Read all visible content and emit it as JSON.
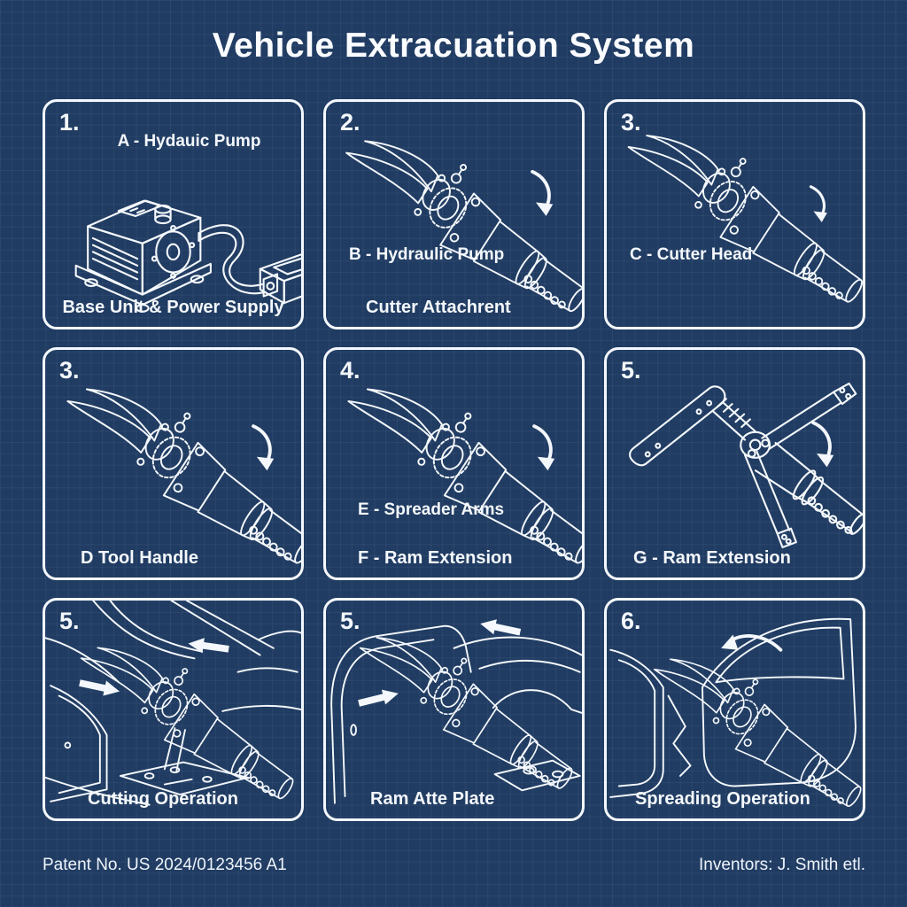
{
  "title": "Vehicle Extracuation System",
  "footer": {
    "patent_number": "Patent No. US 2024/0123456 A1",
    "inventors": "Inventors: J. Smith etl."
  },
  "colors": {
    "background": "#213c62",
    "grid_line": "#3a5681",
    "line_art": "#f4f8fc",
    "text": "#fafcff"
  },
  "panels": [
    {
      "number": "1.",
      "label": "A - Hydauic Pump",
      "caption": "Base Unit & Power Supply",
      "drawing": "base-unit-and-power-supply"
    },
    {
      "number": "2.",
      "label": "B - Hydraulic Pump",
      "caption": "Cutter Attachrent",
      "drawing": "cutter-tool-with-arrow"
    },
    {
      "number": "3.",
      "label": "C - Cutter Head",
      "caption": "",
      "drawing": "cutter-tool-with-arrow"
    },
    {
      "number": "3.",
      "label": "",
      "caption": "D Tool Handle",
      "drawing": "cutter-tool-with-arrow"
    },
    {
      "number": "4.",
      "label": "E - Spreader Arms",
      "caption": "F - Ram Extension",
      "drawing": "cutter-tool-with-arrow"
    },
    {
      "number": "5.",
      "label": "",
      "caption": "G - Ram Extension",
      "drawing": "ram-spreader-tool-with-arrow"
    },
    {
      "number": "5.",
      "label": "",
      "caption": "Cutting Operation",
      "drawing": "tool-cutting-car-door"
    },
    {
      "number": "5.",
      "label": "",
      "caption": "Ram Atte Plate",
      "drawing": "tool-with-base-plate-on-car"
    },
    {
      "number": "6.",
      "label": "",
      "caption": "Spreading Operation",
      "drawing": "tool-spreading-car-door"
    }
  ]
}
